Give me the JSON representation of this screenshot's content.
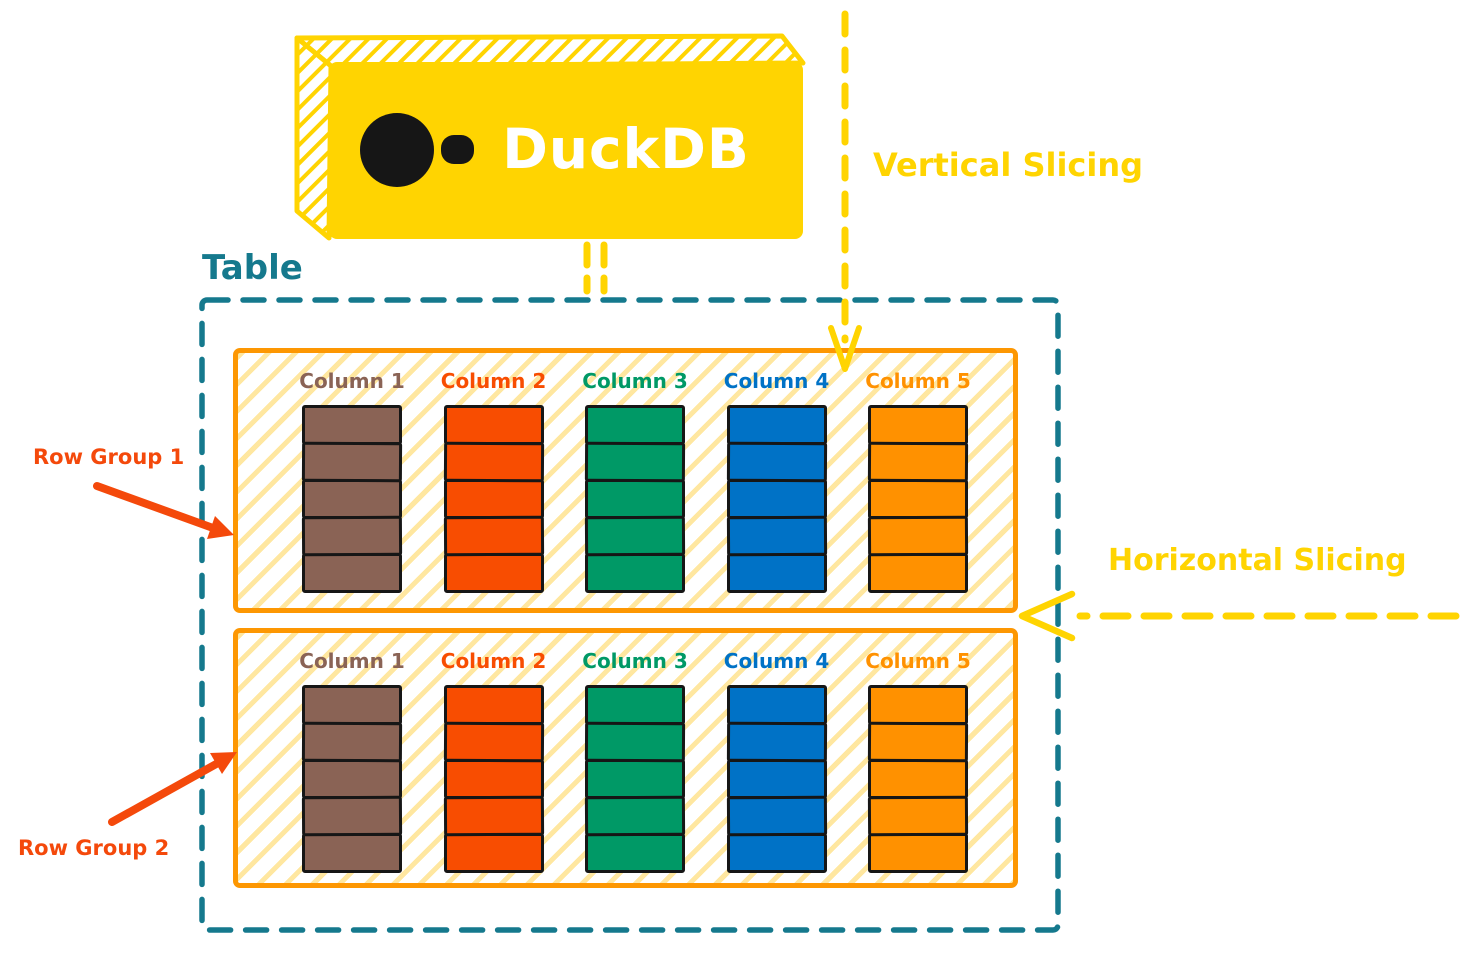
{
  "colors": {
    "yellow": "#FFD401",
    "hatch": "#FFE7A0",
    "teal": "#15798D",
    "orange": "#FD9702",
    "accent": "#F4490B",
    "ink": "#161616",
    "white": "#FFFFFF"
  },
  "logo": {
    "title": "DuckDB"
  },
  "annotations": {
    "table_label": "Table",
    "vertical_slicing": "Vertical Slicing",
    "horizontal_slicing": "Horizontal Slicing",
    "row_group_1": "Row Group 1",
    "row_group_2": "Row Group 2"
  },
  "table": {
    "row_groups": [
      {
        "name": "Row Group 1",
        "columns": [
          {
            "label": "Column 1",
            "color": "#8A6355",
            "cells": 5
          },
          {
            "label": "Column 2",
            "color": "#F84D01",
            "cells": 5
          },
          {
            "label": "Column 3",
            "color": "#009966",
            "cells": 5
          },
          {
            "label": "Column 4",
            "color": "#0072C6",
            "cells": 5
          },
          {
            "label": "Column 5",
            "color": "#FF9100",
            "cells": 5
          }
        ]
      },
      {
        "name": "Row Group 2",
        "columns": [
          {
            "label": "Column 1",
            "color": "#8A6355",
            "cells": 5
          },
          {
            "label": "Column 2",
            "color": "#F84D01",
            "cells": 5
          },
          {
            "label": "Column 3",
            "color": "#009966",
            "cells": 5
          },
          {
            "label": "Column 4",
            "color": "#0072C6",
            "cells": 5
          },
          {
            "label": "Column 5",
            "color": "#FF9100",
            "cells": 5
          }
        ]
      }
    ]
  }
}
